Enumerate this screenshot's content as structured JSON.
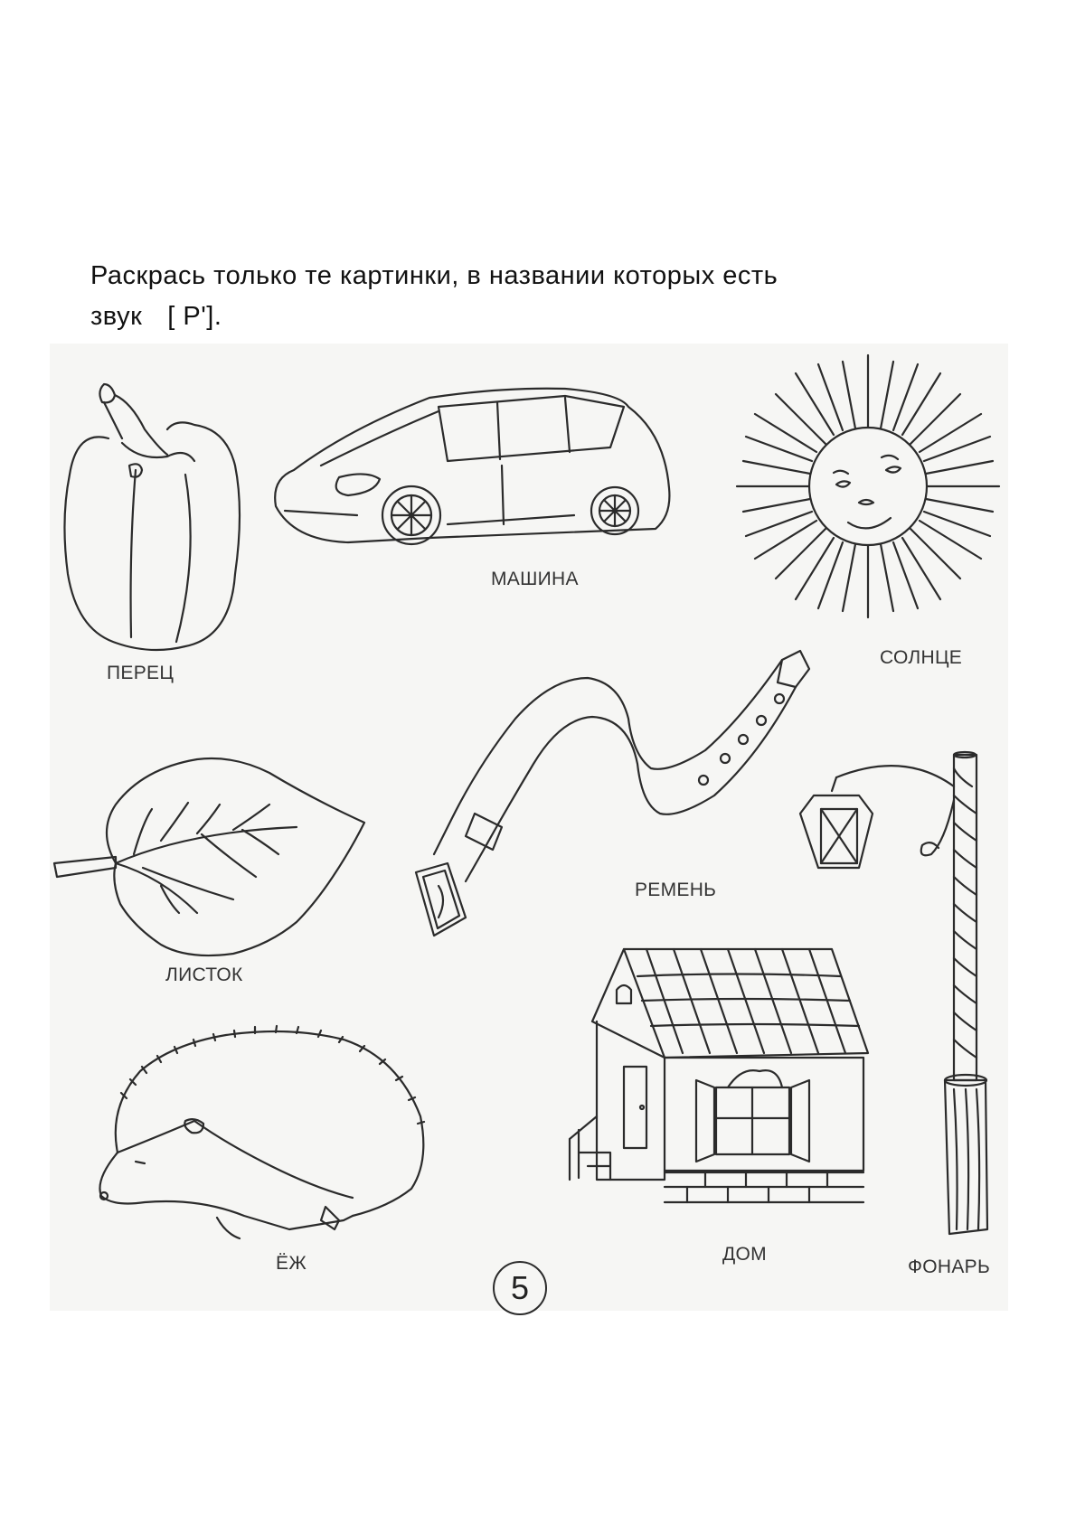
{
  "instruction": {
    "line1": "Раскрась только те картинки, в названии которых есть",
    "line2_prefix": "звук",
    "line2_sound": "[ Р'].",
    "target_sound": "Р'"
  },
  "pictures": [
    {
      "id": "pepper",
      "label": "ПЕРЕЦ"
    },
    {
      "id": "car",
      "label": "МАШИНА"
    },
    {
      "id": "sun",
      "label": "СОЛНЦЕ"
    },
    {
      "id": "belt",
      "label": "РЕМЕНЬ"
    },
    {
      "id": "leaf",
      "label": "ЛИСТОК"
    },
    {
      "id": "lantern",
      "label": "ФОНАРЬ"
    },
    {
      "id": "hedgehog",
      "label": "ЁЖ"
    },
    {
      "id": "house",
      "label": "ДОМ"
    }
  ],
  "page_number": "5"
}
